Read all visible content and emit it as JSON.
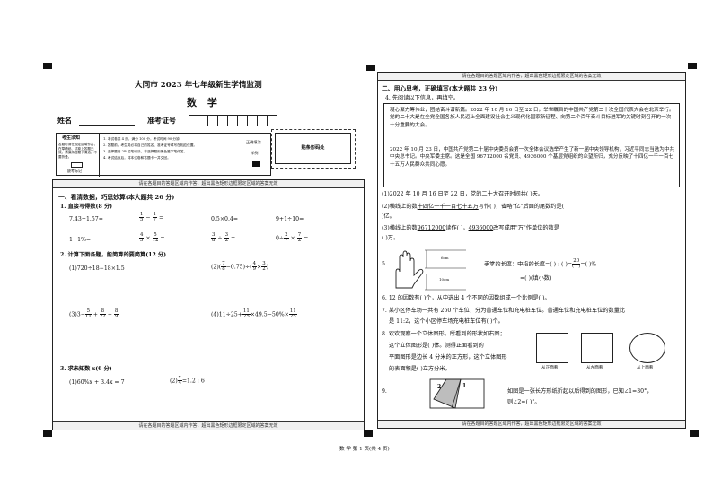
{
  "exam": {
    "title": "大同市 2023 年七年级新生学情监测",
    "subject": "数 学",
    "name_label": "姓名",
    "id_label": "准考证号",
    "notice_title": "考生须知",
    "notice_text": "答题时请在规定区域作答，在草稿纸、试卷上答题无效。请保持答题卡清洁，不要折叠。",
    "missing_label": "缺考标记",
    "rules": [
      "1. 本试卷共 4 页，满分 100 分，考试时间 90 分钟。",
      "2. 答题前，考生务必将自己的姓名、准考证号填写在相应位置。",
      "3. 选择题用 2B 铅笔填涂，非选择题用黑色签字笔作答。",
      "4. 考试结束后，将本试卷和答题卡一并交回。"
    ],
    "fill_example_label": "正确填涂",
    "fill_example_value": "样例",
    "barcode_label": "贴条形码处",
    "footer": "数 学  第 1 页(共 4 页)"
  },
  "left": {
    "strip_top": "请在各题目的答题区域内作答，超出黑色矩形边框限定区域的答案无效",
    "strip_bottom": "请在各题目的答题区域内作答，超出黑色矩形边框限定区域的答案无效",
    "section1": "一、看清数据，巧思妙算(本大题共 26 分)",
    "q1": "1. 直接写得数(8 分)",
    "calc_row1": [
      "7.43+1.57=",
      "0.5×0.4=",
      "9+1÷10="
    ],
    "calc_row2": [
      "1÷1%=",
      "0÷"
    ],
    "q2": "2. 计算下面各题，能简算的要简算(12 分)",
    "q2_1": "(1)720÷18−18×1.5",
    "q2_3a": "(3)3−",
    "q2_4": "(4)11÷25+",
    "q2_4b": "×49.5−50%×",
    "q3": "3. 求未知数 x(6 分)",
    "q3_1": "(1)60%x + 3.4x = 7",
    "q3_2": "(2)",
    "q3_2b": "=1.2 : 6"
  },
  "right": {
    "strip_top": "请在各题目的答题区域内作答，超出黑色矩形边框限定区域的答案无效",
    "strip_bottom": "请在各题目的答题区域内作答，超出黑色矩形边框限定区域的答案无效",
    "section2": "二、用心思考，正确填写(本大题共 23 分)",
    "q4": "4. 先阅读以下信息，再填空。",
    "passage1": "凝心聚力筹伟业，团结奋斗谱新篇。2022 年 10 月 16 日至 22 日，举世瞩目的中国共产党第二十次全国代表大会在北京举行。党的二十大是在全党全国各族人民迈上全面建设社会主义现代化国家新征程、向第二个百年奋斗目标进军的关键时刻召开的一次十分重要的大会。",
    "passage2": "2022 年 10 月 23 日，中国共产党第二十届中央委员会第一次全体会议选举产生了新一届中央领导机构，习近平同志当选为中共中央总书记。中央军委主席。这是全国 96712000 名党员、4936000 个基层党组织的众望所归，充分反映了十四亿一千一百七十五万人民群众共同心愿。",
    "q4_1": "(1)2022 年 10 月 16 日至 22 日，党的二十大召开时间共(      )天。",
    "q4_2a": "(2)横线上的数",
    "q4_2u": "十四亿一千一百七十五万",
    "q4_2b": "写作(                          )，省略\"亿\"后面的尾数约是(",
    "q4_2c": "      )亿。",
    "q4_3a": "(3)横线上的数",
    "q4_3u": "96712000",
    "q4_3b": "读作(                    )，",
    "q4_3u2": "4936000",
    "q4_3c": "改写成用\"万\"作单位的数是",
    "q4_3d": "(            )万。",
    "q5_num": "5.",
    "q5_ruler1": "6cm",
    "q5_ruler2": "10cm",
    "q5_a": "手掌的长度：中指的长度=(       ) : (       )=",
    "q5_frac": "20",
    "q5_b": "=(       )%",
    "q5_c": "=(       )(填小数)",
    "q6": "6. 12 的因数有(                    )个，从中选出 4 个不同的因数组成一个比例是(                    )。",
    "q7a": "7. 某小区停车场一共有 260 个车位，分为普通车位和充电桩车位。普通车位和充电桩车位的数量比",
    "q7b": "是 11:2，这个小区停车场充电桩车位有(        )个。",
    "q8a": "8. 欢欢观察一个立体图形，所看到的形状如右图；",
    "q8b": "这个立体图形是(        )体。测得正面看到的",
    "q8c": "平面图形是边长 4 分米的正方形，这个立体图形",
    "q8d": "的表面积是(        )立方分米。",
    "views": [
      "从正面看",
      "从左面看",
      "从上面看"
    ],
    "q9_num": "9.",
    "q9a": "如图是一张长方形纸折起以后得到的图形，已知∠1=30°，",
    "q9b": "则∠2=(        )°。",
    "q9_angle1": "1",
    "q9_angle2": "2"
  }
}
